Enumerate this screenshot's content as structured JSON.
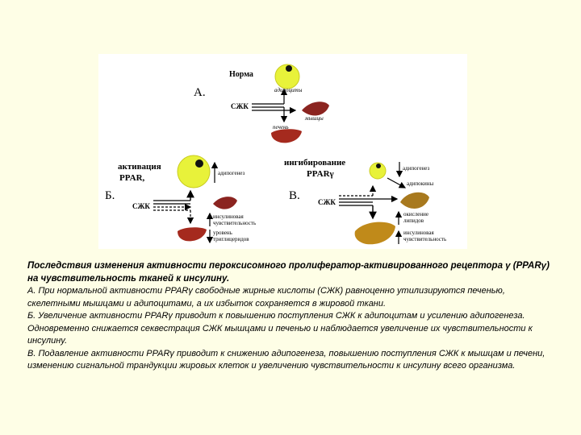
{
  "diagram": {
    "panel_a": {
      "letter": "А.",
      "title": "Норма",
      "adipocytes": "адипоциты",
      "ffa": "СЖК",
      "muscles": "мышцы",
      "liver": "печень"
    },
    "panel_b": {
      "title_line1": "активация",
      "title_line2": "PPAR,",
      "letter": "Б.",
      "adipogenesis": "адипогенез",
      "ffa": "СЖК",
      "insulin_sens_1": "инсулиновая",
      "insulin_sens_2": "чувствительность",
      "trig_1": "уровень",
      "trig_2": "триглицеридов"
    },
    "panel_c": {
      "title_line1": "ингибирование",
      "title_line2": "PPARγ",
      "letter": "В.",
      "adipogenesis": "адипогенез",
      "adipokines": "адипокины",
      "ffa": "СЖК",
      "oxidation_1": "окисление",
      "oxidation_2": "липидов",
      "insulin_sens_1": "инсулиновая",
      "insulin_sens_2": "чувствительность"
    },
    "colors": {
      "adipocyte": "#e8f23a",
      "muscle": "#8b2420",
      "liver": "#a52a1e",
      "muscle_c": "#a8791e",
      "liver_c": "#c08a1a"
    }
  },
  "caption": {
    "heading": "Последствия изменения активности пероксисомного пролифератор-активированного рецептора γ (PPARγ) на чувствительность тканей к инсулину.",
    "para_a": "А. При нормальной активности PPARγ свободные жирные кислоты (СЖК) равноценно утилизируются печенью, скелетными мышцами и адипоцитами, а их избыток сохраняется в жировой ткани.",
    "para_b": "Б. Увеличение активности PPARγ приводит к повышению поступления СЖК к адипоцитам и усилению адипогенеза. Одновременно снижается секвестрация СЖК  мышцами и печенью и наблюдается увеличение их чувствительности к инсулину.",
    "para_c": " В. Подавление активности PPARγ приводит к снижению адипогенеза, повышению поступления СЖК к мышцам и печени, изменению сигнальной трандукции жировых клеток и увеличению чувствительности к инсулину всего организма."
  }
}
